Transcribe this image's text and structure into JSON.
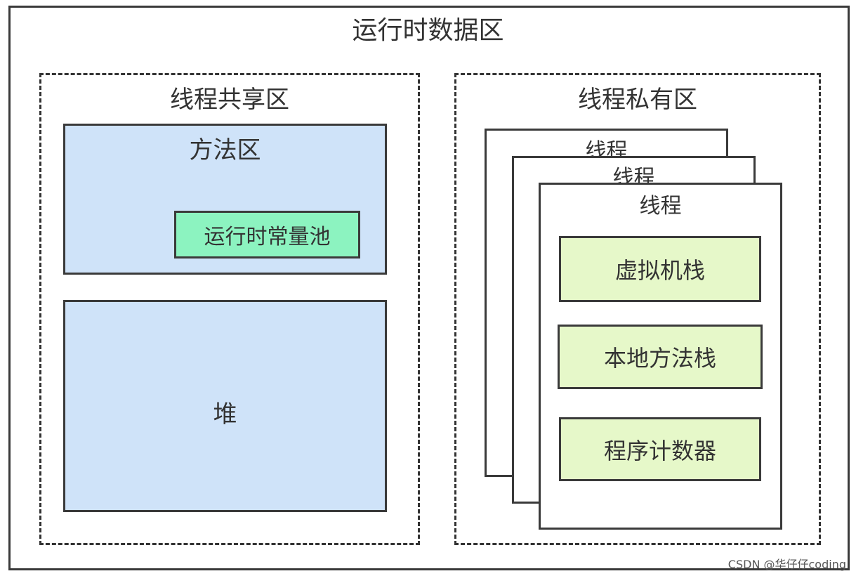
{
  "title": "运行时数据区",
  "shared_region": {
    "label": "线程共享区",
    "method_area": {
      "label": "方法区",
      "constant_pool": "运行时常量池"
    },
    "heap": "堆"
  },
  "private_region": {
    "label": "线程私有区",
    "threads": [
      "线程",
      "线程",
      "线程"
    ],
    "components": {
      "vm_stack": "虚拟机栈",
      "native_stack": "本地方法栈",
      "pc_counter": "程序计数器"
    }
  },
  "colors": {
    "blue_area": "#cfe3f9",
    "green_pool": "#8cf3c0",
    "green_component": "#e6f8c9",
    "border": "#3a3a3a"
  },
  "watermark": "CSDN @华仔仔coding"
}
